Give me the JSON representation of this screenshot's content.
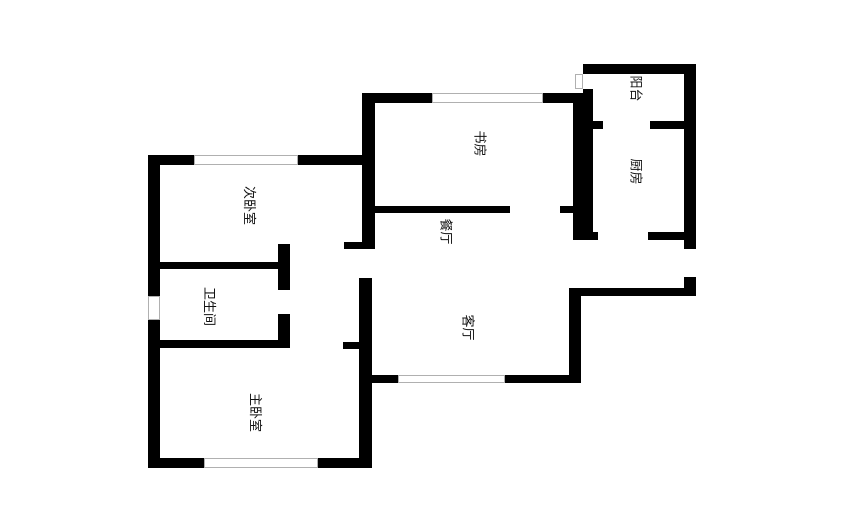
{
  "floor_plan": {
    "rooms": {
      "study": "书房",
      "dining": "餐厅",
      "balcony": "阳台",
      "kitchen": "厨房",
      "second_bedroom": "次卧室",
      "bathroom": "卫生间",
      "living_room": "客厅",
      "master_bedroom": "主卧室"
    },
    "wall_color": "#000000",
    "window_color": "#b0b0b0"
  }
}
